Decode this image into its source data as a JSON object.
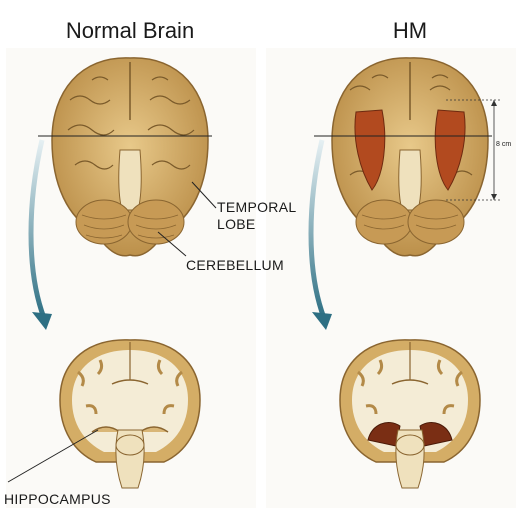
{
  "panels": {
    "left_title": "Normal Brain",
    "right_title": "HM"
  },
  "annotations": {
    "temporal_line1": "TEMPORAL",
    "temporal_line2": "LOBE",
    "cerebellum": "CEREBELLUM",
    "hippocampus": "HIPPOCAMPUS",
    "measure": "8 cm"
  },
  "colors": {
    "tissue": "#d9b677",
    "tissue_dark": "#a9813f",
    "gyri_line": "#7a5a2a",
    "white_matter": "#f4ecd6",
    "lesion": "#b24a1f",
    "arrow": "#2d6f83",
    "arrow_light": "#cfe3e9"
  }
}
